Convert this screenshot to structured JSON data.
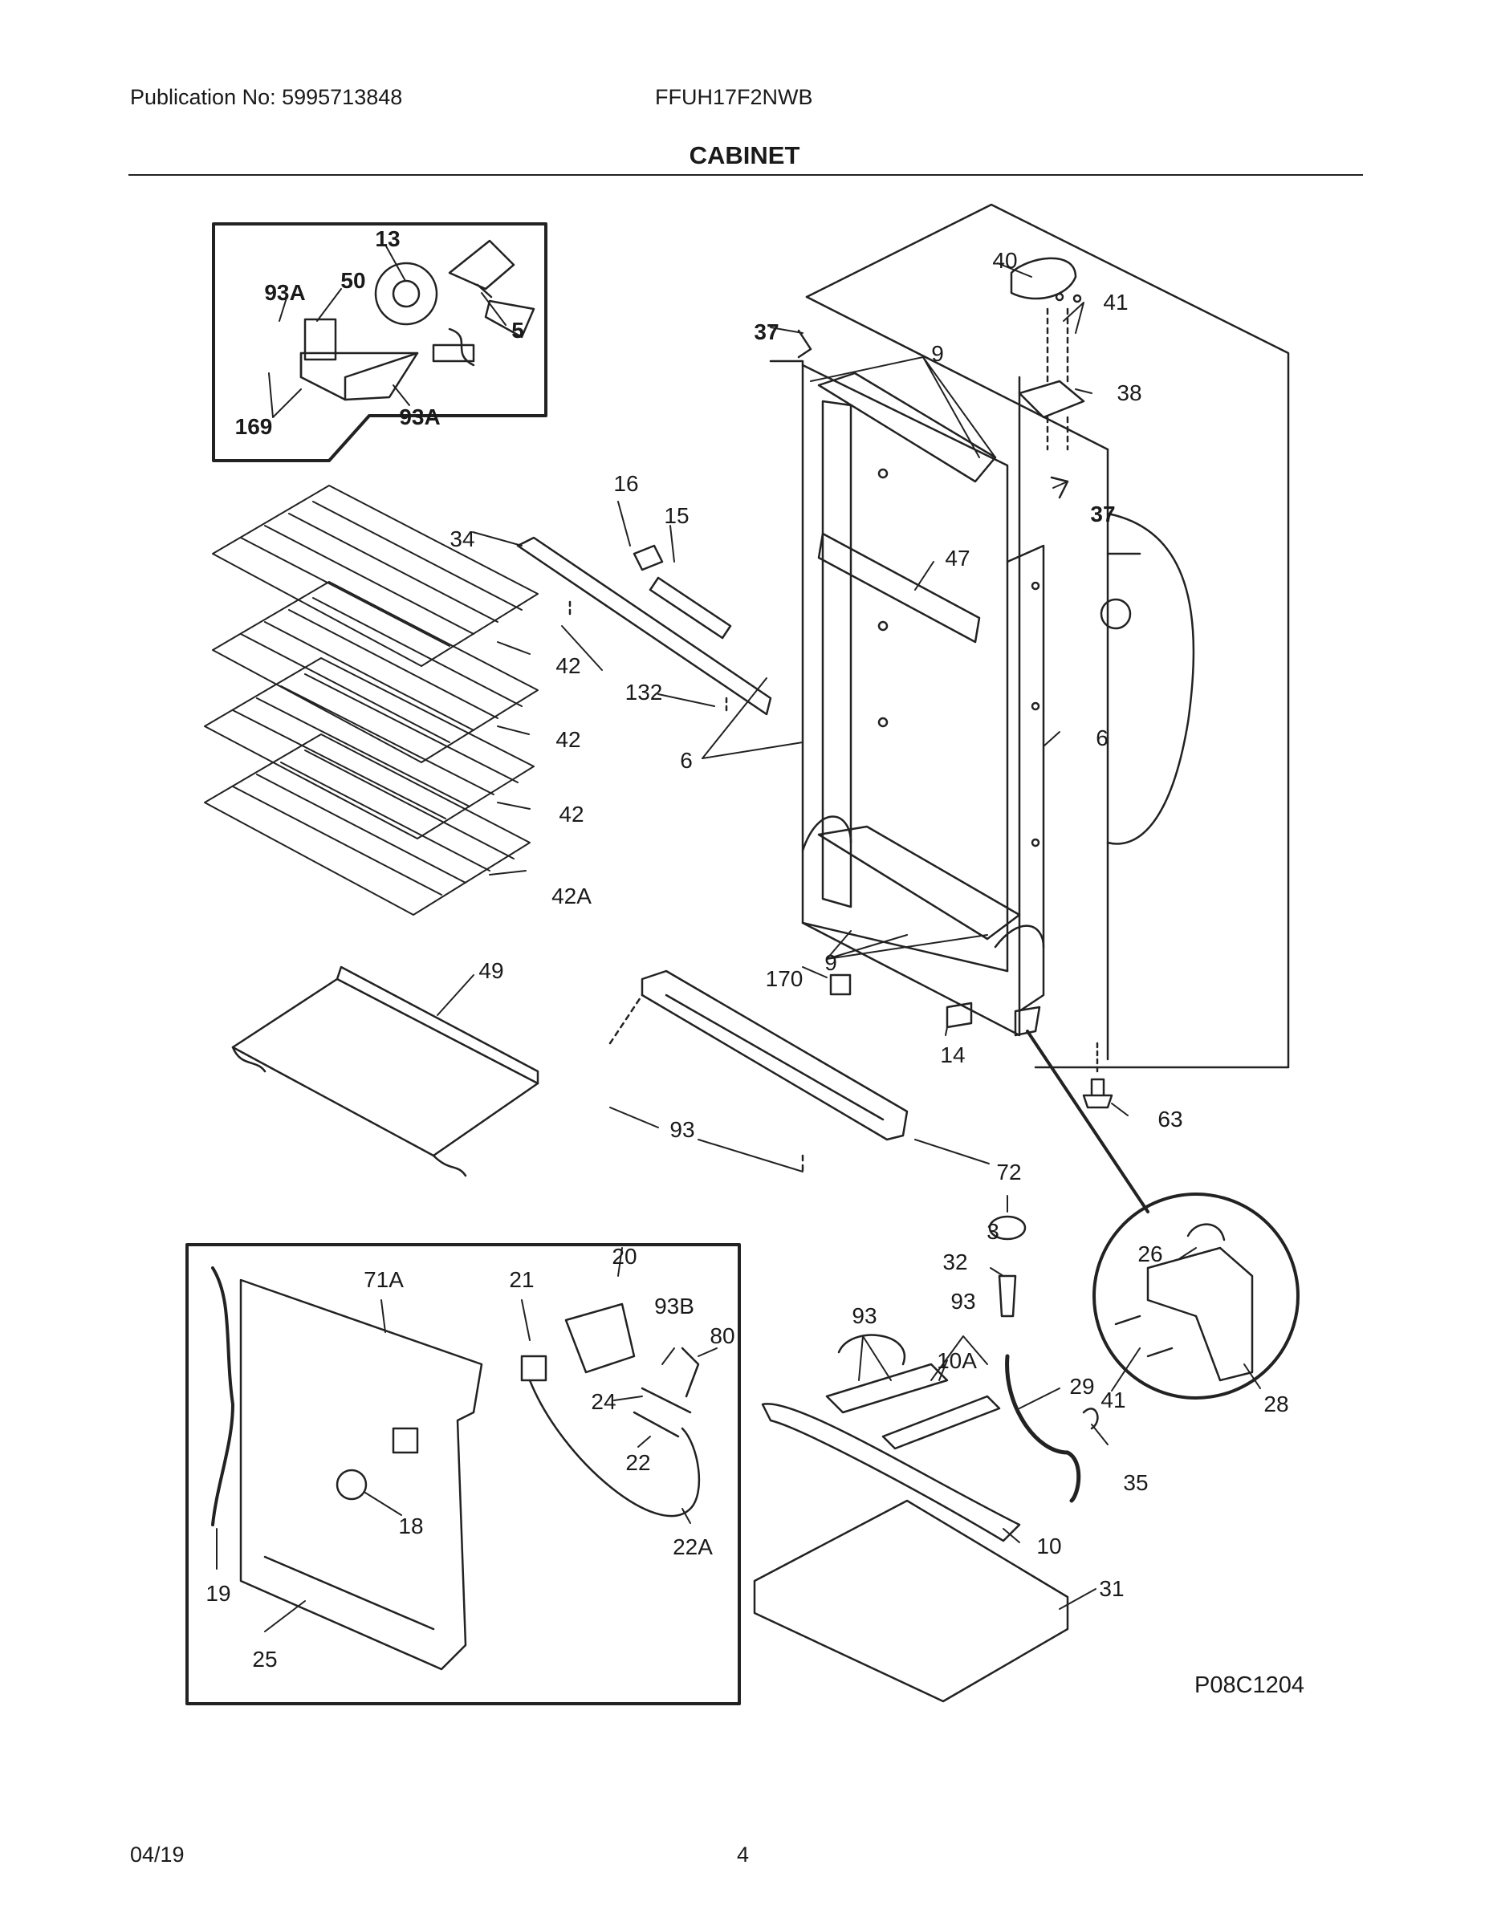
{
  "header": {
    "publication": "Publication No: 5995713848",
    "model": "FFUH17F2NWB",
    "title": "CABINET"
  },
  "diagram_code": "P08C1204",
  "footer": {
    "date": "04/19",
    "page": "4"
  },
  "callouts": [
    "13",
    "93A",
    "50",
    "5",
    "169",
    "93A",
    "40",
    "41",
    "37",
    "9",
    "38",
    "37",
    "16",
    "15",
    "34",
    "47",
    "42",
    "132",
    "42",
    "6",
    "6",
    "42",
    "42A",
    "49",
    "9",
    "170",
    "14",
    "63",
    "93",
    "72",
    "3",
    "32",
    "26",
    "20",
    "71A",
    "21",
    "93B",
    "80",
    "93",
    "93",
    "10A",
    "24",
    "29",
    "41",
    "28",
    "22",
    "35",
    "18",
    "10",
    "22A",
    "19",
    "31",
    "25"
  ]
}
